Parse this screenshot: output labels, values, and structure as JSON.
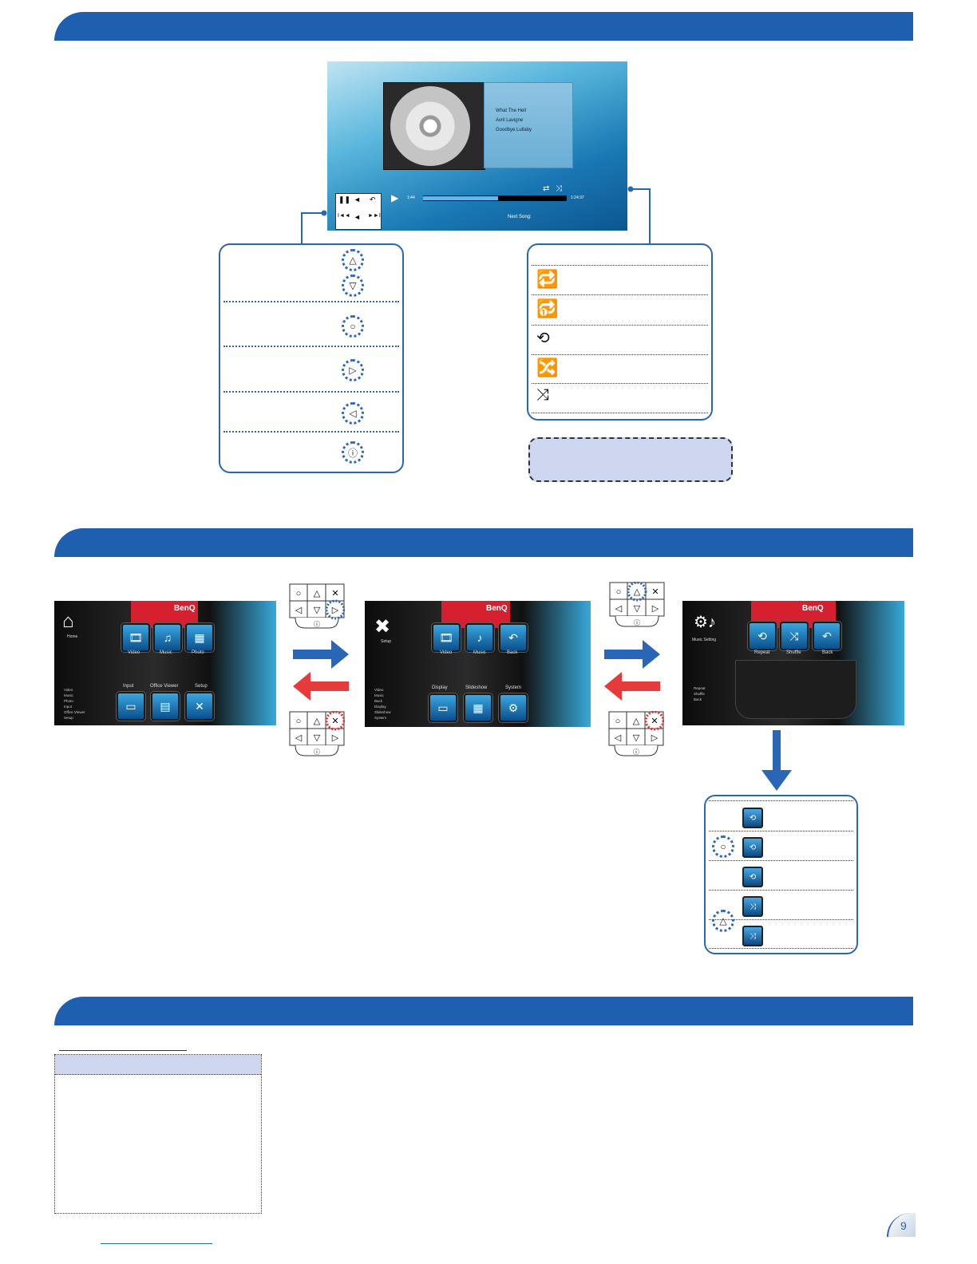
{
  "player": {
    "song_title": "What The Hell",
    "artist": "Avril Lavigne",
    "album": "Goodbye Lullaby",
    "elapsed": "1:44",
    "total": "1:24:37",
    "next_song_label": "Next Song:",
    "progress": 0.52
  },
  "menus": {
    "home": {
      "title": "Home",
      "tiles": [
        "Video",
        "Music",
        "Photo",
        "Input",
        "Office Viewer",
        "Setup"
      ],
      "legend": [
        "Video",
        "Music",
        "Photo",
        "Input",
        "Office Viewer",
        "Setup"
      ]
    },
    "setup": {
      "title": "Setup",
      "tiles": [
        "Video",
        "Music",
        "Back",
        "Display",
        "Slideshow",
        "System"
      ],
      "legend": [
        "Video",
        "Music",
        "Back",
        "Display",
        "Slideshow",
        "System"
      ]
    },
    "music_setting": {
      "title": "Music Setting",
      "tiles": [
        "Repeat",
        "Shuffle",
        "Back"
      ],
      "legend": [
        "Repeat",
        "Shuffle",
        "Back"
      ]
    },
    "brand": "BenQ"
  },
  "page_number": "9",
  "colors": {
    "banner": "#1f5fb0",
    "accent_blue": "#2a66b8",
    "accent_red": "#e03030",
    "note_fill": "#cfd6f0"
  }
}
